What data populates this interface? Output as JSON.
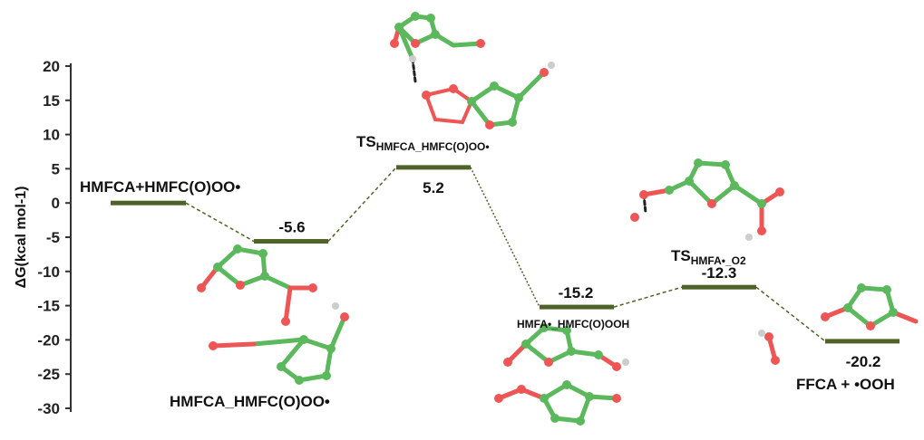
{
  "chart_data": {
    "type": "energy_profile",
    "ylabel": "ΔG(kcal mol-1)",
    "ylim": [
      -30,
      20
    ],
    "yticks": [
      "20",
      "15",
      "10",
      "5",
      "0",
      "-5",
      "-10",
      "-15",
      "-20",
      "-25",
      "-30"
    ],
    "level_color": "#4f6228",
    "states": [
      {
        "id": "reactant",
        "label": "HMFCA+HMFC(O)OO•",
        "label_sub": "",
        "value": 0,
        "value_label": ""
      },
      {
        "id": "complex1",
        "label": "HMFCA_HMFC(O)OO•",
        "label_sub": "",
        "value": -5.6,
        "value_label": "-5.6"
      },
      {
        "id": "ts1",
        "label": "TS",
        "label_sub": "HMFCA_HMFC(O)OO•",
        "value": 5.2,
        "value_label": "5.2"
      },
      {
        "id": "complex2",
        "label": "HMFA•_HMFC(O)OOH",
        "label_sub": "",
        "value": -15.2,
        "value_label": "-15.2"
      },
      {
        "id": "ts2",
        "label": "TS",
        "label_sub": "HMFA•_O2",
        "value": -12.3,
        "value_label": "-12.3"
      },
      {
        "id": "product",
        "label": "FFCA + •OOH",
        "label_sub": "",
        "value": -20.2,
        "value_label": "-20.2"
      }
    ]
  }
}
